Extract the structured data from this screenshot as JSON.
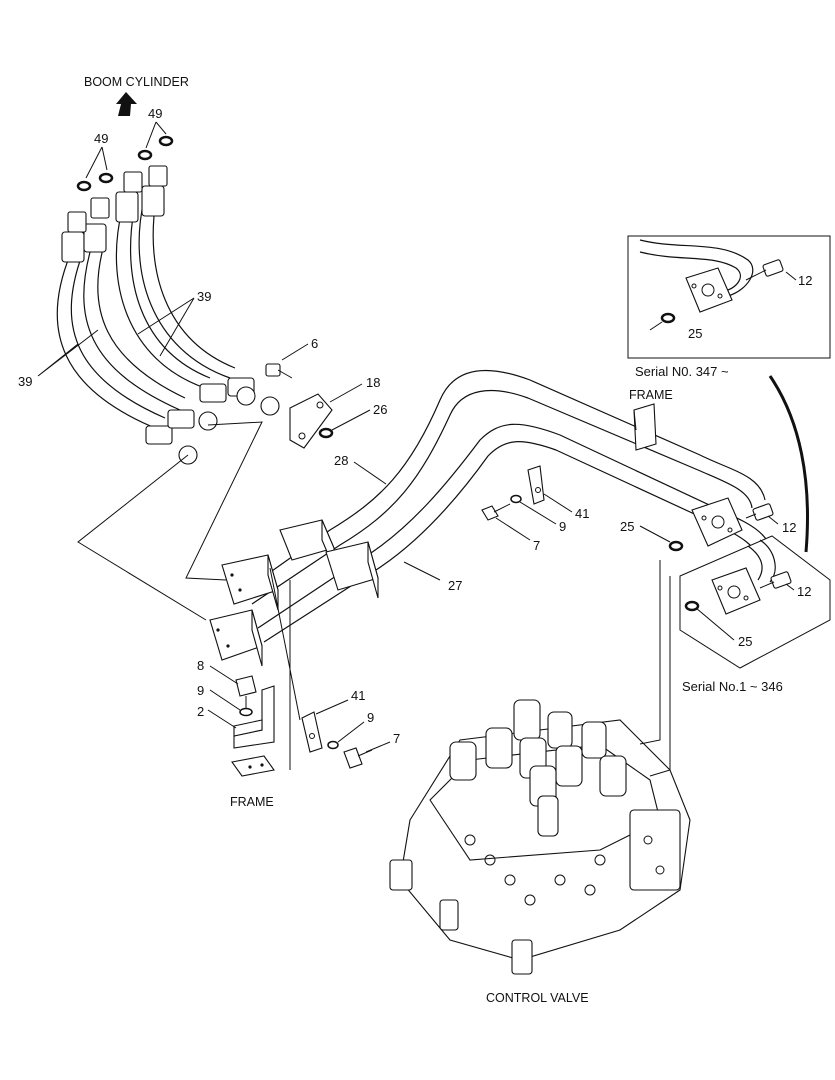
{
  "captions": {
    "boom_cylinder": "BOOM CYLINDER",
    "frame_top": "FRAME",
    "frame_bottom": "FRAME",
    "control_valve": "CONTROL VALVE",
    "serial_347": "Serial N0. 347 ~",
    "serial_1_346": "Serial No.1 ~ 346"
  },
  "part_numbers": {
    "p49a": "49",
    "p49b": "49",
    "p39a": "39",
    "p39b": "39",
    "p6": "6",
    "p18": "18",
    "p26": "26",
    "p28": "28",
    "p41a": "41",
    "p9a": "9",
    "p7a": "7",
    "p25a": "25",
    "p12a": "12",
    "p27": "27",
    "p12b": "12",
    "p25b": "25",
    "p8": "8",
    "p9b": "9",
    "p2": "2",
    "p41b": "41",
    "p9c": "9",
    "p7b": "7",
    "p12c": "12",
    "p25c": "25"
  }
}
